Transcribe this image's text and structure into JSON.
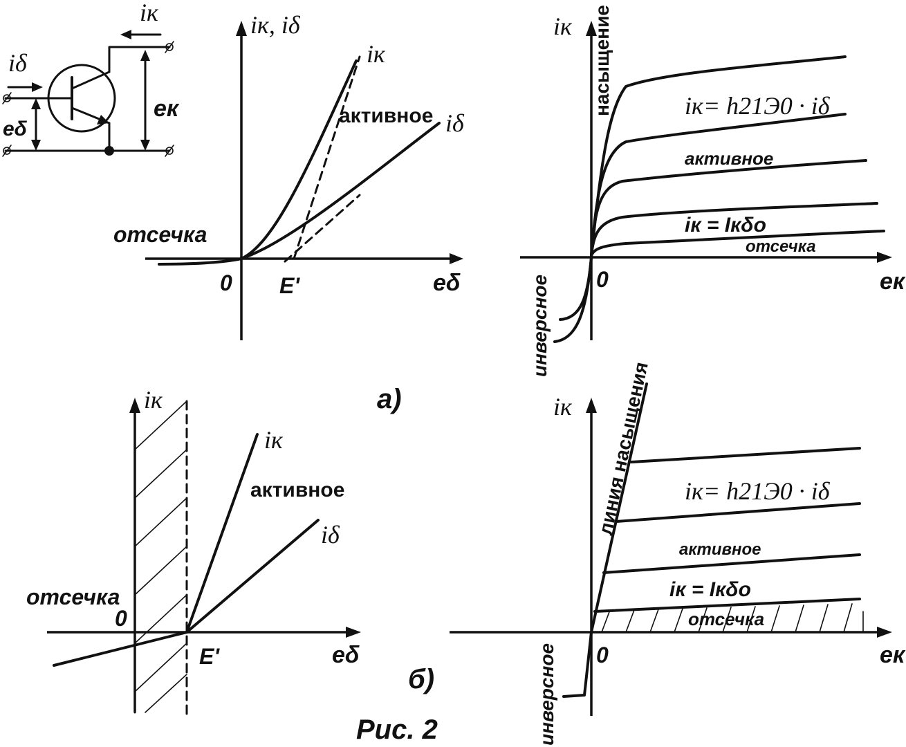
{
  "circuit": {
    "i_base": "iδ",
    "i_coll": "iк",
    "e_base": "eδ",
    "e_coll": "eк"
  },
  "panel_a_left": {
    "y_axis": "iк, iδ",
    "x_axis": "eδ",
    "origin": "0",
    "threshold": "E'",
    "curve_ic": "iк",
    "curve_ib": "iδ",
    "region_active": "активное",
    "region_cutoff": "отсечка"
  },
  "panel_a_right": {
    "y_axis": "iк",
    "x_axis": "eк",
    "origin": "0",
    "region_saturation": "насыщение",
    "formula": "iк= h21Э0 · iδ",
    "region_active": "активное",
    "leakage": "iк = Iкδо",
    "region_cutoff": "отсечка",
    "region_inverse": "инверсное"
  },
  "panel_b_left": {
    "y_axis": "iк",
    "x_axis": "eδ",
    "origin": "0",
    "threshold": "E'",
    "curve_ic": "iк",
    "curve_ib": "iδ",
    "region_active": "активное",
    "region_cutoff": "отсечка"
  },
  "panel_b_right": {
    "y_axis": "iк",
    "x_axis": "eк",
    "origin": "0",
    "saturation_line": "линия насыщения",
    "formula": "iк= h21Э0 · iδ",
    "region_active": "активное",
    "leakage": "iк = Iкδо",
    "region_cutoff": "отсечка",
    "region_inverse": "инверсное"
  },
  "labels": {
    "part_a": "а)",
    "part_b": "б)",
    "caption": "Рис. 2"
  }
}
